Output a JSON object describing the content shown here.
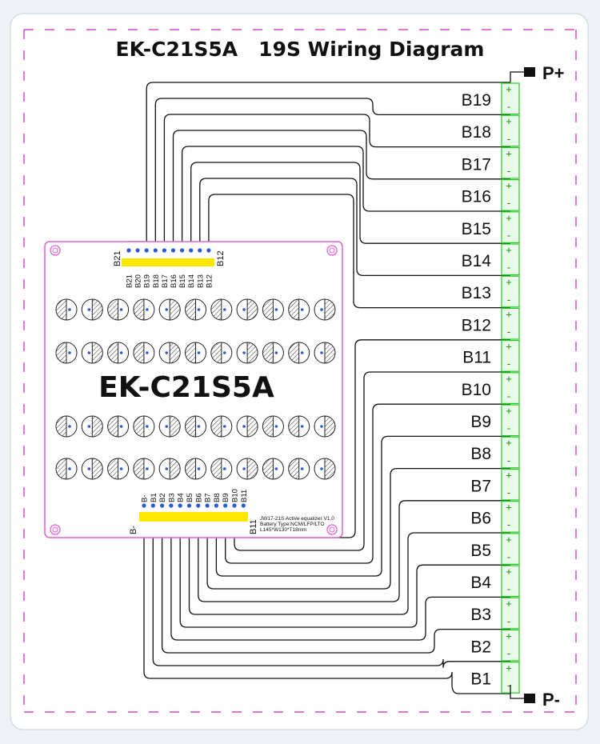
{
  "title": "EK-C21S5A   19S Wiring Diagram",
  "board": {
    "name": "EK-C21S5A",
    "info_lines": [
      "JW17-21S Active equalizer V1.0",
      "Battery Type:NCM/LFP/LTO",
      "L145*W130*T18mm"
    ],
    "top_header": {
      "left_label": "B21",
      "right_label": "B12",
      "pins": [
        "B21",
        "B20",
        "B19",
        "B18",
        "B17",
        "B16",
        "B15",
        "B14",
        "B13",
        "B12"
      ]
    },
    "bottom_header": {
      "left_label": "B-",
      "right_label": "B11",
      "pins": [
        "B-",
        "B1",
        "B2",
        "B3",
        "B4",
        "B5",
        "B6",
        "B7",
        "B8",
        "B9",
        "B10",
        "B11"
      ]
    }
  },
  "cells": [
    "B19",
    "B18",
    "B17",
    "B16",
    "B15",
    "B14",
    "B13",
    "B12",
    "B11",
    "B10",
    "B9",
    "B8",
    "B7",
    "B6",
    "B5",
    "B4",
    "B3",
    "B2",
    "B1"
  ],
  "terminals": {
    "positive": "P+",
    "negative": "P-"
  },
  "cell_signs": {
    "plus": "+",
    "minus": "-"
  },
  "colors": {
    "board_outline": "#e060d8",
    "header_yellow": "#ffe800",
    "pin_dot": "#2a5ad8",
    "cell_green": "#22cc22",
    "cell_fill": "#e8fbe8",
    "wire": "#111111",
    "frame_dash": "#d020c8"
  },
  "icons": {
    "terminal": "terminal-square-icon",
    "mount_hole": "mount-hole-icon",
    "component": "hatched-circle-icon"
  }
}
